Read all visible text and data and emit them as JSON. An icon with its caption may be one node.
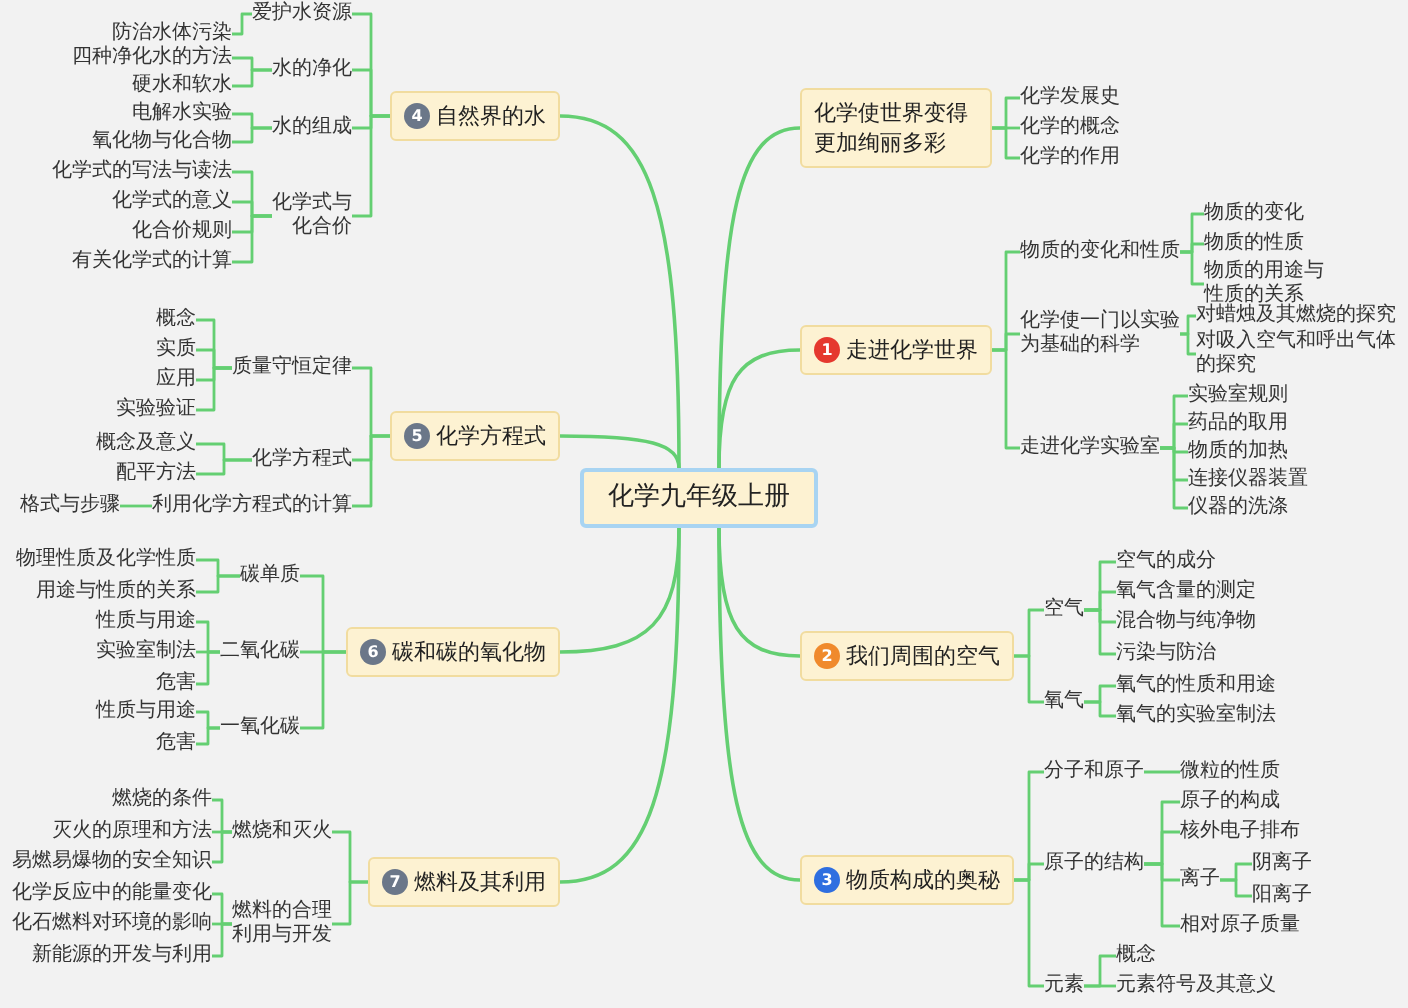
{
  "diagram": {
    "nodes": [
      {
        "text": [
          "化学九年级上册"
        ]
      },
      {
        "text": [
          "化学使世界变得更加绚丽多彩"
        ]
      },
      {
        "text": [
          "化学发展史"
        ]
      },
      {
        "text": [
          "化学的概念"
        ]
      },
      {
        "text": [
          "化学的作用"
        ]
      },
      {
        "text": [
          "1",
          "走进化学世界"
        ]
      },
      {
        "text": [
          "物质的变化和性质"
        ]
      },
      {
        "text": [
          "物质的变化"
        ]
      },
      {
        "text": [
          "物质的性质"
        ]
      },
      {
        "text": [
          "物质的用途与性质的关系"
        ]
      },
      {
        "text": [
          "化学使一门以实验为基础的科学"
        ]
      },
      {
        "text": [
          "对蜡烛及其燃烧的探究"
        ]
      },
      {
        "text": [
          "对吸入空气和呼出气体的探究"
        ]
      },
      {
        "text": [
          "走进化学实验室"
        ]
      },
      {
        "text": [
          "实验室规则"
        ]
      },
      {
        "text": [
          "药品的取用"
        ]
      },
      {
        "text": [
          "物质的加热"
        ]
      },
      {
        "text": [
          "连接仪器装置"
        ]
      },
      {
        "text": [
          "仪器的洗涤"
        ]
      },
      {
        "text": [
          "2",
          "我们周围的空气"
        ]
      },
      {
        "text": [
          "空气"
        ]
      },
      {
        "text": [
          "空气的成分"
        ]
      },
      {
        "text": [
          "氧气含量的测定"
        ]
      },
      {
        "text": [
          "混合物与纯净物"
        ]
      },
      {
        "text": [
          "污染与防治"
        ]
      },
      {
        "text": [
          "氧气"
        ]
      },
      {
        "text": [
          "氧气的性质和用途"
        ]
      },
      {
        "text": [
          "氧气的实验室制法"
        ]
      },
      {
        "text": [
          "3",
          "物质构成的奥秘"
        ]
      },
      {
        "text": [
          "分子和原子"
        ]
      },
      {
        "text": [
          "微粒的性质"
        ]
      },
      {
        "text": [
          "原子的结构"
        ]
      },
      {
        "text": [
          "原子的构成"
        ]
      },
      {
        "text": [
          "核外电子排布"
        ]
      },
      {
        "text": [
          "离子"
        ]
      },
      {
        "text": [
          "阴离子"
        ]
      },
      {
        "text": [
          "阳离子"
        ]
      },
      {
        "text": [
          "相对原子质量"
        ]
      },
      {
        "text": [
          "元素"
        ]
      },
      {
        "text": [
          "概念"
        ]
      },
      {
        "text": [
          "元素符号及其意义"
        ]
      },
      {
        "text": [
          "4",
          "自然界的水"
        ]
      },
      {
        "text": [
          "爱护水资源"
        ]
      },
      {
        "text": [
          "防治水体污染"
        ]
      },
      {
        "text": [
          "水的净化"
        ]
      },
      {
        "text": [
          "四种净化水的方法"
        ]
      },
      {
        "text": [
          "硬水和软水"
        ]
      },
      {
        "text": [
          "水的组成"
        ]
      },
      {
        "text": [
          "电解水实验"
        ]
      },
      {
        "text": [
          "氧化物与化合物"
        ]
      },
      {
        "text": [
          "化学式与化合价"
        ]
      },
      {
        "text": [
          "化学式的写法与读法"
        ]
      },
      {
        "text": [
          "化学式的意义"
        ]
      },
      {
        "text": [
          "化合价规则"
        ]
      },
      {
        "text": [
          "有关化学式的计算"
        ]
      },
      {
        "text": [
          "5",
          "化学方程式"
        ]
      },
      {
        "text": [
          "质量守恒定律"
        ]
      },
      {
        "text": [
          "概念"
        ]
      },
      {
        "text": [
          "实质"
        ]
      },
      {
        "text": [
          "应用"
        ]
      },
      {
        "text": [
          "实验验证"
        ]
      },
      {
        "text": [
          "化学方程式"
        ]
      },
      {
        "text": [
          "概念及意义"
        ]
      },
      {
        "text": [
          "配平方法"
        ]
      },
      {
        "text": [
          "利用化学方程式的计算"
        ]
      },
      {
        "text": [
          "格式与步骤"
        ]
      },
      {
        "text": [
          "6",
          "碳和碳的氧化物"
        ]
      },
      {
        "text": [
          "碳单质"
        ]
      },
      {
        "text": [
          "物理性质及化学性质"
        ]
      },
      {
        "text": [
          "用途与性质的关系"
        ]
      },
      {
        "text": [
          "二氧化碳"
        ]
      },
      {
        "text": [
          "性质与用途"
        ]
      },
      {
        "text": [
          "实验室制法"
        ]
      },
      {
        "text": [
          "危害"
        ]
      },
      {
        "text": [
          "一氧化碳"
        ]
      },
      {
        "text": [
          "性质与用途"
        ]
      },
      {
        "text": [
          "危害"
        ]
      },
      {
        "text": [
          "7",
          "燃料及其利用"
        ]
      },
      {
        "text": [
          "燃烧和灭火"
        ]
      },
      {
        "text": [
          "燃烧的条件"
        ]
      },
      {
        "text": [
          "灭火的原理和方法"
        ]
      },
      {
        "text": [
          "易燃易爆物的安全知识"
        ]
      },
      {
        "text": [
          "燃料的合理利用与开发"
        ]
      },
      {
        "text": [
          "化学反应中的能量变化"
        ]
      },
      {
        "text": [
          "化石燃料对环境的影响"
        ]
      },
      {
        "text": [
          "新能源的开发与利用"
        ]
      }
    ],
    "edges": [
      {
        "from": 0,
        "to": 1,
        "arrow": "none"
      },
      {
        "from": 0,
        "to": 5,
        "arrow": "none"
      },
      {
        "from": 0,
        "to": 19,
        "arrow": "none"
      },
      {
        "from": 0,
        "to": 28,
        "arrow": "none"
      },
      {
        "from": 0,
        "to": 41,
        "arrow": "none"
      },
      {
        "from": 0,
        "to": 55,
        "arrow": "none"
      },
      {
        "from": 0,
        "to": 66,
        "arrow": "none"
      },
      {
        "from": 0,
        "to": 77,
        "arrow": "none"
      },
      {
        "from": 1,
        "to": 2,
        "arrow": "none"
      },
      {
        "from": 1,
        "to": 3,
        "arrow": "none"
      },
      {
        "from": 1,
        "to": 4,
        "arrow": "none"
      },
      {
        "from": 5,
        "to": 6,
        "arrow": "none"
      },
      {
        "from": 6,
        "to": 7,
        "arrow": "none"
      },
      {
        "from": 6,
        "to": 8,
        "arrow": "none"
      },
      {
        "from": 6,
        "to": 9,
        "arrow": "none"
      },
      {
        "from": 5,
        "to": 10,
        "arrow": "none"
      },
      {
        "from": 10,
        "to": 11,
        "arrow": "none"
      },
      {
        "from": 10,
        "to": 12,
        "arrow": "none"
      },
      {
        "from": 5,
        "to": 13,
        "arrow": "none"
      },
      {
        "from": 13,
        "to": 14,
        "arrow": "none"
      },
      {
        "from": 13,
        "to": 15,
        "arrow": "none"
      },
      {
        "from": 13,
        "to": 16,
        "arrow": "none"
      },
      {
        "from": 13,
        "to": 17,
        "arrow": "none"
      },
      {
        "from": 13,
        "to": 18,
        "arrow": "none"
      },
      {
        "from": 19,
        "to": 20,
        "arrow": "none"
      },
      {
        "from": 20,
        "to": 21,
        "arrow": "none"
      },
      {
        "from": 20,
        "to": 22,
        "arrow": "none"
      },
      {
        "from": 20,
        "to": 23,
        "arrow": "none"
      },
      {
        "from": 20,
        "to": 24,
        "arrow": "none"
      },
      {
        "from": 19,
        "to": 25,
        "arrow": "none"
      },
      {
        "from": 25,
        "to": 26,
        "arrow": "none"
      },
      {
        "from": 25,
        "to": 27,
        "arrow": "none"
      },
      {
        "from": 28,
        "to": 29,
        "arrow": "none"
      },
      {
        "from": 29,
        "to": 30,
        "arrow": "none"
      },
      {
        "from": 28,
        "to": 31,
        "arrow": "none"
      },
      {
        "from": 31,
        "to": 32,
        "arrow": "none"
      },
      {
        "from": 31,
        "to": 33,
        "arrow": "none"
      },
      {
        "from": 31,
        "to": 34,
        "arrow": "none"
      },
      {
        "from": 34,
        "to": 35,
        "arrow": "none"
      },
      {
        "from": 34,
        "to": 36,
        "arrow": "none"
      },
      {
        "from": 31,
        "to": 37,
        "arrow": "none"
      },
      {
        "from": 28,
        "to": 38,
        "arrow": "none"
      },
      {
        "from": 38,
        "to": 39,
        "arrow": "none"
      },
      {
        "from": 38,
        "to": 40,
        "arrow": "none"
      },
      {
        "from": 41,
        "to": 42,
        "arrow": "none"
      },
      {
        "from": 42,
        "to": 43,
        "arrow": "none"
      },
      {
        "from": 41,
        "to": 44,
        "arrow": "none"
      },
      {
        "from": 44,
        "to": 45,
        "arrow": "none"
      },
      {
        "from": 44,
        "to": 46,
        "arrow": "none"
      },
      {
        "from": 41,
        "to": 47,
        "arrow": "none"
      },
      {
        "from": 47,
        "to": 48,
        "arrow": "none"
      },
      {
        "from": 47,
        "to": 49,
        "arrow": "none"
      },
      {
        "from": 41,
        "to": 50,
        "arrow": "none"
      },
      {
        "from": 50,
        "to": 51,
        "arrow": "none"
      },
      {
        "from": 50,
        "to": 52,
        "arrow": "none"
      },
      {
        "from": 50,
        "to": 53,
        "arrow": "none"
      },
      {
        "from": 50,
        "to": 54,
        "arrow": "none"
      },
      {
        "from": 55,
        "to": 56,
        "arrow": "none"
      },
      {
        "from": 56,
        "to": 57,
        "arrow": "none"
      },
      {
        "from": 56,
        "to": 58,
        "arrow": "none"
      },
      {
        "from": 56,
        "to": 59,
        "arrow": "none"
      },
      {
        "from": 56,
        "to": 60,
        "arrow": "none"
      },
      {
        "from": 55,
        "to": 61,
        "arrow": "none"
      },
      {
        "from": 61,
        "to": 62,
        "arrow": "none"
      },
      {
        "from": 61,
        "to": 63,
        "arrow": "none"
      },
      {
        "from": 55,
        "to": 64,
        "arrow": "none"
      },
      {
        "from": 64,
        "to": 65,
        "arrow": "none"
      },
      {
        "from": 66,
        "to": 67,
        "arrow": "none"
      },
      {
        "from": 67,
        "to": 68,
        "arrow": "none"
      },
      {
        "from": 67,
        "to": 69,
        "arrow": "none"
      },
      {
        "from": 66,
        "to": 70,
        "arrow": "none"
      },
      {
        "from": 70,
        "to": 71,
        "arrow": "none"
      },
      {
        "from": 70,
        "to": 72,
        "arrow": "none"
      },
      {
        "from": 70,
        "to": 73,
        "arrow": "none"
      },
      {
        "from": 66,
        "to": 74,
        "arrow": "none"
      },
      {
        "from": 74,
        "to": 75,
        "arrow": "none"
      },
      {
        "from": 74,
        "to": 76,
        "arrow": "none"
      },
      {
        "from": 77,
        "to": 78,
        "arrow": "none"
      },
      {
        "from": 78,
        "to": 79,
        "arrow": "none"
      },
      {
        "from": 78,
        "to": 80,
        "arrow": "none"
      },
      {
        "from": 78,
        "to": 81,
        "arrow": "none"
      },
      {
        "from": 77,
        "to": 82,
        "arrow": "none"
      },
      {
        "from": 82,
        "to": 83,
        "arrow": "none"
      },
      {
        "from": 82,
        "to": 84,
        "arrow": "none"
      },
      {
        "from": 82,
        "to": 85,
        "arrow": "none"
      }
    ]
  }
}
